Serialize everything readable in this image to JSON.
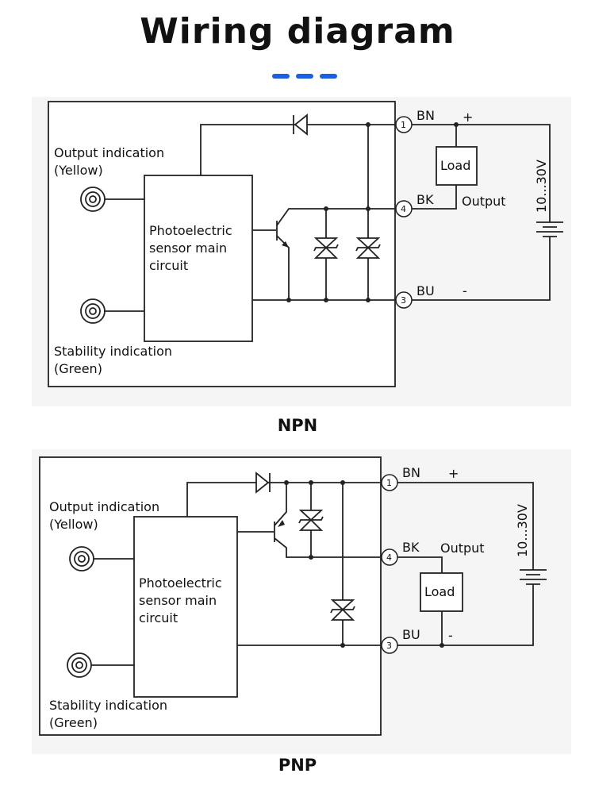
{
  "title": "Wiring diagram",
  "colors": {
    "accent": "#1a5fe0",
    "panel": "#f5f5f5",
    "line": "#222222"
  },
  "npn": {
    "caption": "NPN",
    "output_indication": [
      "Output indication",
      "(Yellow)"
    ],
    "stability_indication": [
      "Stability indication",
      "(Green)"
    ],
    "circuit": [
      "Photoelectric",
      "sensor main",
      "circuit"
    ],
    "pins": [
      "1",
      "4",
      "3"
    ],
    "wires": [
      "BN",
      "BK",
      "BU"
    ],
    "plus": "+",
    "minus": "-",
    "output": "Output",
    "load": "Load",
    "voltage": "10...30V"
  },
  "pnp": {
    "caption": "PNP",
    "output_indication": [
      "Output indication",
      "(Yellow)"
    ],
    "stability_indication": [
      "Stability indication",
      "(Green)"
    ],
    "circuit": [
      "Photoelectric",
      "sensor main",
      "circuit"
    ],
    "pins": [
      "1",
      "4",
      "3"
    ],
    "wires": [
      "BN",
      "BK",
      "BU"
    ],
    "plus": "+",
    "minus": "-",
    "output": "Output",
    "load": "Load",
    "voltage": "10...30V"
  }
}
